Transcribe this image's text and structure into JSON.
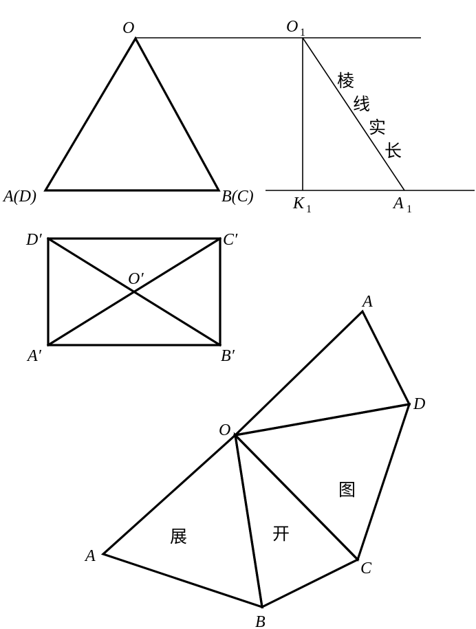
{
  "front_view": {
    "apex": "O",
    "left_base": "A(D)",
    "right_base": "B(C)"
  },
  "true_length": {
    "top_label": "O",
    "top_sub": "1",
    "foot_label": "K",
    "foot_sub": "1",
    "end_label": "A",
    "end_sub": "1",
    "caption_chars": [
      "棱",
      "线",
      "实",
      "长"
    ]
  },
  "top_view": {
    "top_left": "D′",
    "top_right": "C′",
    "center": "O′",
    "bottom_left": "A′",
    "bottom_right": "B′"
  },
  "development": {
    "apex": "O",
    "vertices": [
      "A",
      "D",
      "A",
      "B",
      "C"
    ],
    "face_labels": [
      "展",
      "开",
      "图"
    ]
  }
}
